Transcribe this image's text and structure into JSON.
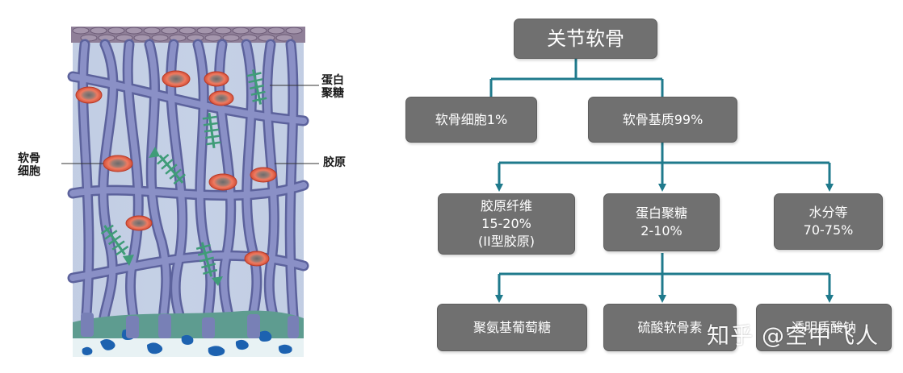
{
  "illustration": {
    "labels": {
      "proteoglycan": [
        "蛋白",
        "聚糖"
      ],
      "chondrocyte": [
        "软骨",
        "细胞"
      ],
      "collagen": "胶原"
    },
    "colors": {
      "matrix_background": "#c5d2e6",
      "collagen_fiber": "#7e86bd",
      "chondrocyte_cell": "#e2553f",
      "proteoglycan_marker": "#3f9c78",
      "bone_base": "#5d9a8e",
      "bone_fragments": "#1e63b0",
      "top_layer": "#8d7a95"
    }
  },
  "diagram": {
    "root": "关节软骨",
    "level1": [
      {
        "id": "cells",
        "lines": [
          "软骨细胞1%"
        ]
      },
      {
        "id": "matrix",
        "lines": [
          "软骨基质99%"
        ]
      }
    ],
    "level2": [
      {
        "id": "collagen",
        "lines": [
          "胶原纤维",
          "15-20%",
          "(II型胶原)"
        ]
      },
      {
        "id": "proteoglycan",
        "lines": [
          "蛋白聚糖",
          "2-10%"
        ]
      },
      {
        "id": "water",
        "lines": [
          "水分等",
          "70-75%"
        ]
      }
    ],
    "level3": [
      {
        "id": "glucosamine",
        "lines": [
          "聚氨基葡萄糖"
        ]
      },
      {
        "id": "chondroitin",
        "lines": [
          "硫酸软骨素"
        ]
      },
      {
        "id": "hyaluronate",
        "lines": [
          "透明质酸钠"
        ]
      }
    ],
    "colors": {
      "box_fill": "#707070",
      "box_text": "#ffffff",
      "connector": "#1f7a8c"
    }
  },
  "watermark": "知乎 @空中飞人"
}
